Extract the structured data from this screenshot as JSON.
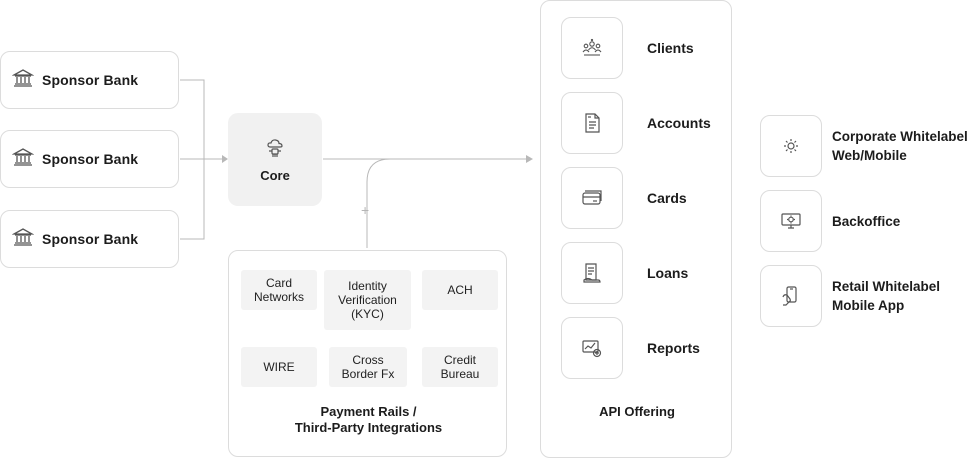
{
  "sponsor_banks": [
    {
      "label": "Sponsor Bank",
      "icon": "bank-icon"
    },
    {
      "label": "Sponsor Bank",
      "icon": "bank-icon"
    },
    {
      "label": "Sponsor Bank",
      "icon": "bank-icon"
    }
  ],
  "core": {
    "label": "Core",
    "icon": "cloud-chip-icon"
  },
  "payment_rails": {
    "items": [
      "Card\nNetworks",
      "Identity\nVerification\n(KYC)",
      "ACH",
      "WIRE",
      "Cross\nBorder Fx",
      "Credit\nBureau"
    ],
    "title": "Payment Rails /\nThird-Party Integrations",
    "plus": "+"
  },
  "api_offering": {
    "title": "API Offering",
    "items": [
      {
        "label": "Clients",
        "icon": "users-icon"
      },
      {
        "label": "Accounts",
        "icon": "document-icon"
      },
      {
        "label": "Cards",
        "icon": "credit-card-icon"
      },
      {
        "label": "Loans",
        "icon": "loan-document-icon"
      },
      {
        "label": "Reports",
        "icon": "report-chart-icon"
      }
    ]
  },
  "channels": [
    {
      "label": "Corporate Whitelabel\nWeb/Mobile",
      "icon": "gear-devices-icon"
    },
    {
      "label": "Backoffice",
      "icon": "monitor-gear-icon"
    },
    {
      "label": "Retail Whitelabel\nMobile App",
      "icon": "mobile-hand-icon"
    }
  ],
  "colors": {
    "border": "#dcdcdc",
    "core_bg": "#f1f1f1",
    "rail_bg": "#f3f3f3",
    "line": "#b5b5b5",
    "icon": "#555555"
  }
}
